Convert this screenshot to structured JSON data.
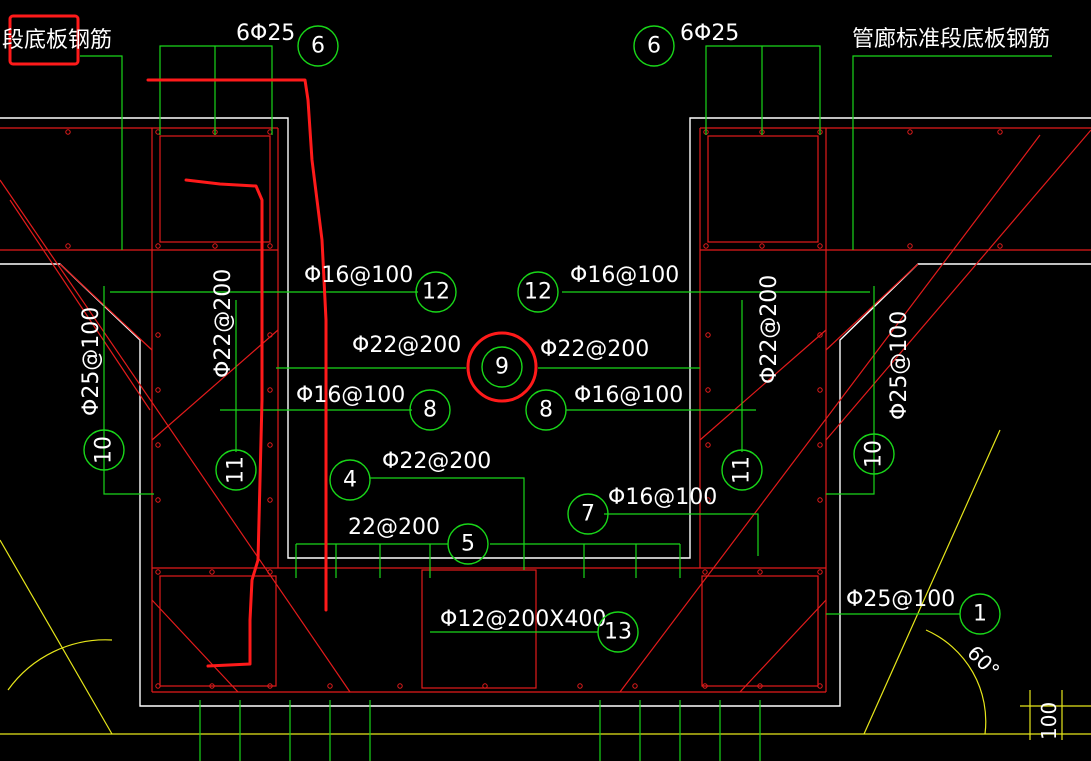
{
  "labels": {
    "top_left_text": "段底板钢筋",
    "top_right_text": "管廊标准段底板钢筋",
    "rebar_6_left": "6Φ25",
    "rebar_6_right": "6Φ25",
    "rebar_12_left": "Φ16@100",
    "rebar_12_right": "Φ16@100",
    "rebar_9_left": "Φ22@200",
    "rebar_9_right": "Φ22@200",
    "rebar_8_left": "Φ16@100",
    "rebar_8_right": "Φ16@100",
    "rebar_4": "Φ22@200",
    "rebar_7": "Φ16@100",
    "rebar_5": "22@200",
    "rebar_13": "Φ12@200X400",
    "rebar_1": "Φ25@100",
    "rebar_10_left_vertical": "Φ25@100",
    "rebar_10_right_vertical": "Φ25@100",
    "rebar_11_left_vertical": "Φ22@200",
    "rebar_11_right_vertical": "Φ22@200",
    "angle": "60°",
    "dimension": "100"
  },
  "markers": {
    "m1": "1",
    "m4": "4",
    "m5": "5",
    "m6a": "6",
    "m6b": "6",
    "m7": "7",
    "m8a": "8",
    "m8b": "8",
    "m9": "9",
    "m10a": "10",
    "m10b": "10",
    "m11a": "11",
    "m11b": "11",
    "m12a": "12",
    "m12b": "12",
    "m13": "13"
  },
  "colors": {
    "background": "#000000",
    "outline": "#ffffff",
    "rebar": "#e21b1b",
    "leader": "#19d619",
    "dimension": "#e6e61a",
    "highlight": "#ff1a1a"
  }
}
